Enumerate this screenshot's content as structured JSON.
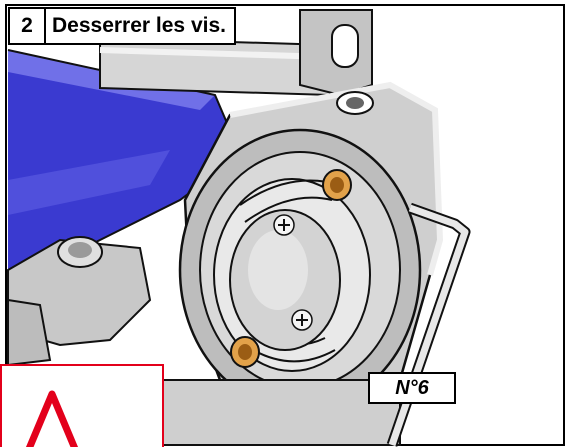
{
  "step": {
    "number": "2",
    "instruction": "Desserrer les vis."
  },
  "tool": {
    "label": "N°6"
  },
  "warning": {
    "icon": "warning-triangle-icon",
    "color": "#e3001b"
  },
  "illustration": {
    "subject": "motor-drum-end-cap-assembly",
    "colors": {
      "belt": "#3a3ad0",
      "metal": "#c9c9c9",
      "screw_head": "#e2a24a",
      "outline": "#1a1a1a"
    }
  }
}
